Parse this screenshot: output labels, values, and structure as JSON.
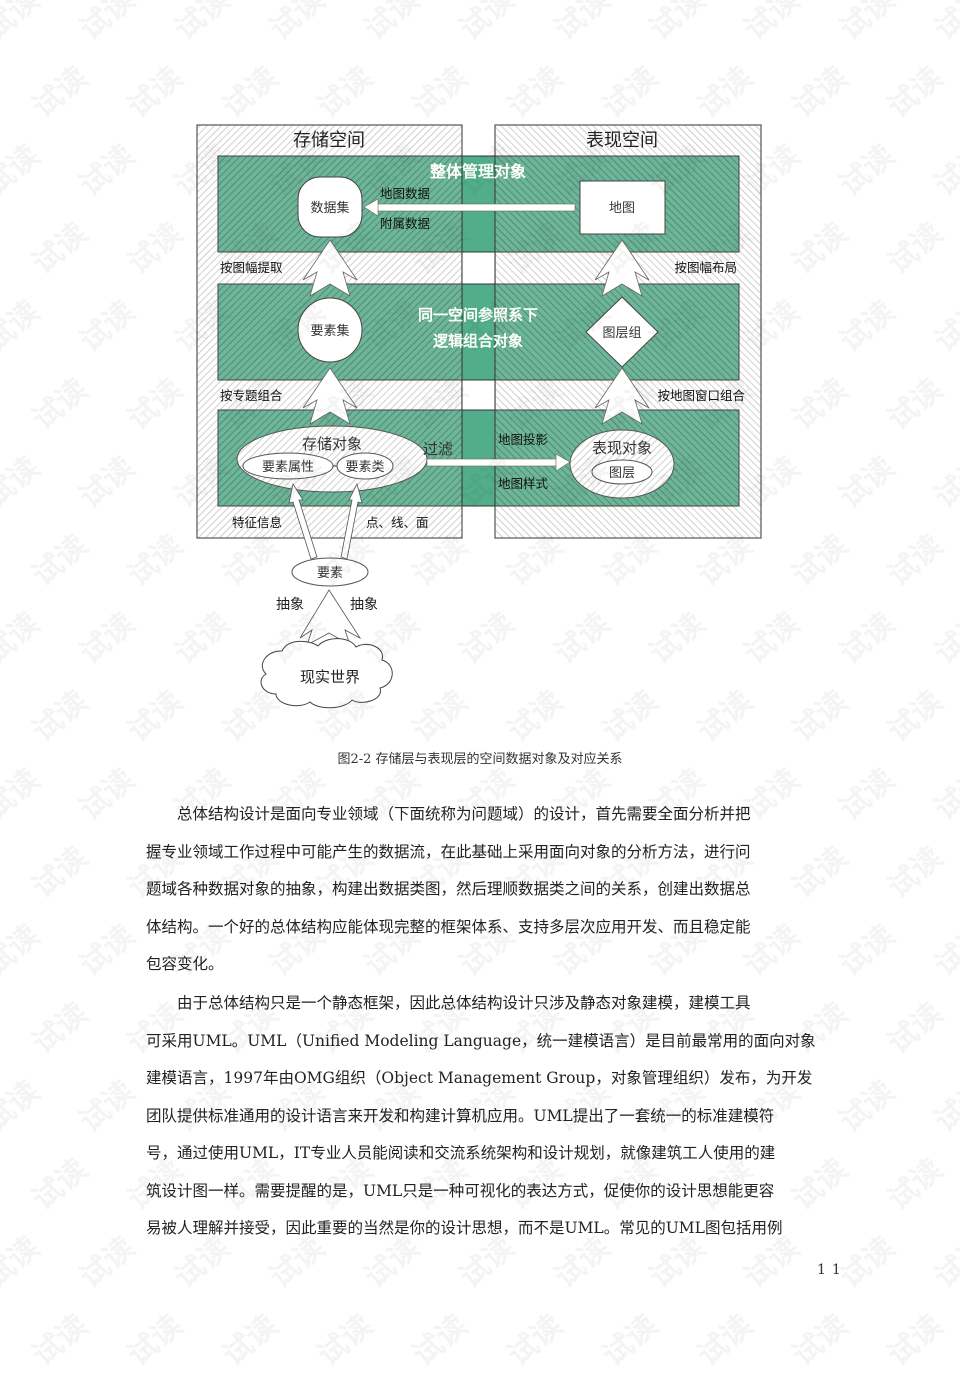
{
  "diagram": {
    "storage_space_title": "存储空间",
    "presentation_space_title": "表现空间",
    "band_top_title": "整体管理对象",
    "band_mid_title_line1": "同一空间参照系下",
    "band_mid_title_line2": "逻辑组合对象",
    "node_dataset": "数据集",
    "node_map": "地图",
    "arrow_map_data": "地图数据",
    "arrow_attached_data": "附属数据",
    "label_extract_by_sheet": "按图幅提取",
    "label_layout_by_sheet": "按图幅布局",
    "node_feature_set": "要素集",
    "node_layer_group": "图层组",
    "label_combine_by_theme": "按专题组合",
    "label_combine_by_window": "按地图窗口组合",
    "node_storage_object": "存储对象",
    "node_feature_attribute": "要素属性",
    "node_feature_class": "要素类",
    "label_filter": "过滤",
    "label_map_projection": "地图投影",
    "label_map_style": "地图样式",
    "node_presentation_object": "表现对象",
    "node_layer": "图层",
    "label_feature_info": "特征信息",
    "label_point_line_area": "点、线、面",
    "node_feature": "要素",
    "label_abstract_left": "抽象",
    "label_abstract_right": "抽象",
    "node_real_world": "现实世界",
    "colors": {
      "band_green": "#5aaa8a",
      "band_center": "#4fae88",
      "hatch_gray": "#bbbbbb"
    }
  },
  "caption": "图2-2 存储层与表现层的空间数据对象及对应关系",
  "paragraphs": [
    {
      "lines": [
        "总体结构设计是面向专业领域（下面统称为问题域）的设计，首先需要全面分析并把",
        "握专业领域工作过程中可能产生的数据流，在此基础上采用面向对象的分析方法，进行问",
        "题域各种数据对象的抽象，构建出数据类图，然后理顺数据类之间的关系，创建出数据总",
        "体结构。一个好的总体结构应能体现完整的框架体系、支持多层次应用开发、而且稳定能",
        "包容变化。"
      ]
    },
    {
      "lines": [
        "由于总体结构只是一个静态框架，因此总体结构设计只涉及静态对象建模，建模工具",
        "可采用UML。UML（Unified Modeling Language，统一建模语言）是目前最常用的面向对象",
        "建模语言，1997年由OMG组织（Object Management Group，对象管理组织）发布，为开发",
        "团队提供标准通用的设计语言来开发和构建计算机应用。UML提出了一套统一的标准建模符",
        "号，通过使用UML，IT专业人员能阅读和交流系统架构和设计规划，就像建筑工人使用的建",
        "筑设计图一样。需要提醒的是，UML只是一种可视化的表达方式，促使你的设计思想能更容",
        "易被人理解并接受，因此重要的当然是你的设计思想，而不是UML。常见的UML图包括用例"
      ]
    }
  ],
  "page_number": "11",
  "watermark_text": "试读"
}
